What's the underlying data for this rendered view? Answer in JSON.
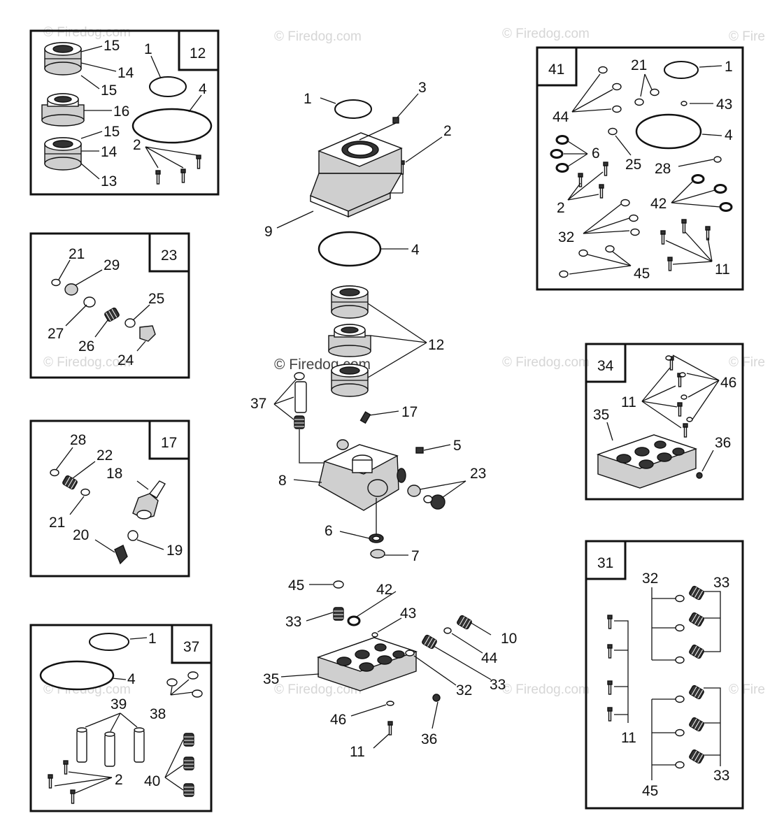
{
  "watermark": {
    "text": "© Firedog.com",
    "center_text": "© Firedog.com",
    "edge_text": "© Fire"
  },
  "boxes": {
    "b12": {
      "id": "12",
      "labels": [
        "15",
        "14",
        "15",
        "16",
        "15",
        "14",
        "13",
        "1",
        "4",
        "2"
      ]
    },
    "b23": {
      "id": "23",
      "labels": [
        "21",
        "29",
        "27",
        "25",
        "26",
        "24"
      ]
    },
    "b17": {
      "id": "17",
      "labels": [
        "28",
        "22",
        "18",
        "21",
        "20",
        "19"
      ]
    },
    "b37": {
      "id": "37",
      "labels": [
        "1",
        "4",
        "39",
        "38",
        "2",
        "40"
      ]
    },
    "b41": {
      "id": "41",
      "labels": [
        "21",
        "1",
        "43",
        "44",
        "6",
        "25",
        "4",
        "28",
        "2",
        "42",
        "32",
        "11",
        "45"
      ]
    },
    "b34": {
      "id": "34",
      "labels": [
        "46",
        "11",
        "35",
        "36"
      ]
    },
    "b31": {
      "id": "31",
      "labels": [
        "32",
        "33",
        "11",
        "33",
        "45"
      ]
    }
  },
  "center": {
    "labels": [
      "1",
      "3",
      "2",
      "9",
      "4",
      "12",
      "37",
      "17",
      "5",
      "8",
      "23",
      "6",
      "7",
      "45",
      "42",
      "43",
      "33",
      "10",
      "44",
      "35",
      "32",
      "33",
      "46",
      "36",
      "11"
    ]
  }
}
